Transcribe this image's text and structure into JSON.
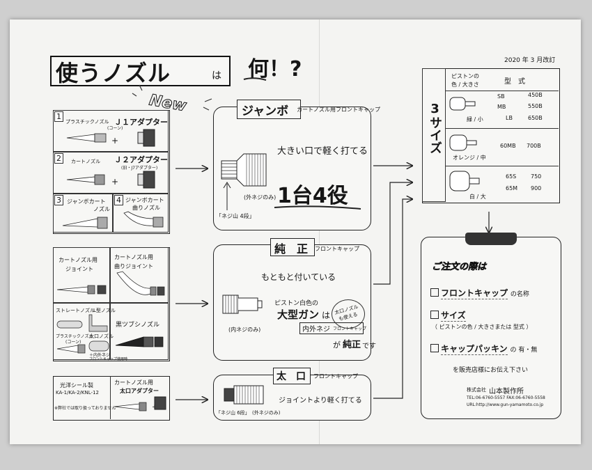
{
  "header": {
    "title": "使うノズル",
    "title_ha": "は",
    "nani": "何！?",
    "revision": "2020 年 3 月改訂",
    "new_badge": "New"
  },
  "adapters": {
    "row1": {
      "num": "1",
      "item": "プラスチックノズル",
      "item_sub": "(コーン)",
      "adapter": "Ｊ１アダプター",
      "plus": "+"
    },
    "row2": {
      "num": "2",
      "item": "カートノズル",
      "adapter": "Ｊ２アダプター",
      "adapter_sub": "(旧・J7アダプター)",
      "plus": "+"
    },
    "row3": {
      "num": "3",
      "label_l1": "ジャンボカート",
      "label_l2": "ノズル"
    },
    "row4": {
      "num": "4",
      "label_l1": "ジャンボカート",
      "label_l2": "曲りノズル"
    }
  },
  "jumbo": {
    "title": "ジャンボ",
    "subtitle": "カートノズル用フロントキャップ",
    "tagline": "大きい口で軽く打てる",
    "headline": "1台4役",
    "outer_thread": "(外ネジのみ)",
    "thread_note": "「ネジ山 4段」"
  },
  "joints": {
    "cart_joint_l1": "カートノズル用",
    "cart_joint_l2": "ジョイント",
    "bent_joint_l1": "カートノズル用",
    "bent_joint_l2": "曲りジョイント",
    "straight": "ストレートノズル",
    "l_nozzle": "L型ノズル",
    "black": "黒ツブシノズル",
    "plastic": "プラスチックノズル",
    "plastic_sub": "(コーン)",
    "thick": "太口ノズル",
    "inner_thread": "＋内外ネジ",
    "front_cap": "フロントキャップ使用時"
  },
  "junsei": {
    "title": "純　正",
    "subtitle": "フロントキャップ",
    "tagline": "もともと付いている",
    "desc": "ピストン白色の",
    "big_gun": "大型ガン",
    "wa": "は",
    "bubble_l1": "太口ノズル",
    "bubble_l2": "も使える",
    "inner_outer": "内外ネジ",
    "front_cap_small": "フロントキャップ",
    "ga": "が",
    "genuine": "純正",
    "desu": "です",
    "inner_only": "(内ネジのみ)"
  },
  "futokuchi": {
    "title": "太　口",
    "subtitle": "フロントキャップ",
    "tagline": "ジョイントより軽く打てる",
    "thread6": "「ネジ山 6段」",
    "outer_only": "(外ネジのみ)"
  },
  "toyo": {
    "label_l1": "光洋シール製",
    "label_l2": "KA-1/KA-2/KNL-12",
    "note": "※弊社では取り扱っておりません",
    "adapter_l1": "カートノズル用",
    "adapter_l2": "太口アダプター",
    "plus": "+"
  },
  "sizes": {
    "label": "3サイズ",
    "col_piston_l1": "ピストンの",
    "col_piston_l2": "色 / 大きさ",
    "col_model": "型　式",
    "rows": [
      {
        "color": "緑 / 小",
        "models": [
          [
            "SB",
            "450B"
          ],
          [
            "MB",
            "550B"
          ],
          [
            "LB",
            "650B"
          ]
        ]
      },
      {
        "color": "オレンジ / 中",
        "models": [
          [
            "60MB",
            "700B"
          ]
        ]
      },
      {
        "color": "白 / 大",
        "models": [
          [
            "65S",
            "750"
          ],
          [
            "65M",
            "900"
          ]
        ]
      }
    ]
  },
  "order": {
    "title": "ご注文の際は",
    "item1": "フロントキャップ",
    "item1_suffix": "の名称",
    "item2": "サイズ",
    "item2_note": "（ ピストンの色 / 大きさまたは 型式 ）",
    "item3": "キャップパッキン",
    "item3_suffix": "の 有・無",
    "footer": "を販売店様にお伝え下さい",
    "company_prefix": "株式会社",
    "company": "山本製作所",
    "tel": "TEL:06-6760-5557  FAX:06-6760-5558",
    "url": "URL:http://www.gun-yamamoto.co.jp"
  }
}
